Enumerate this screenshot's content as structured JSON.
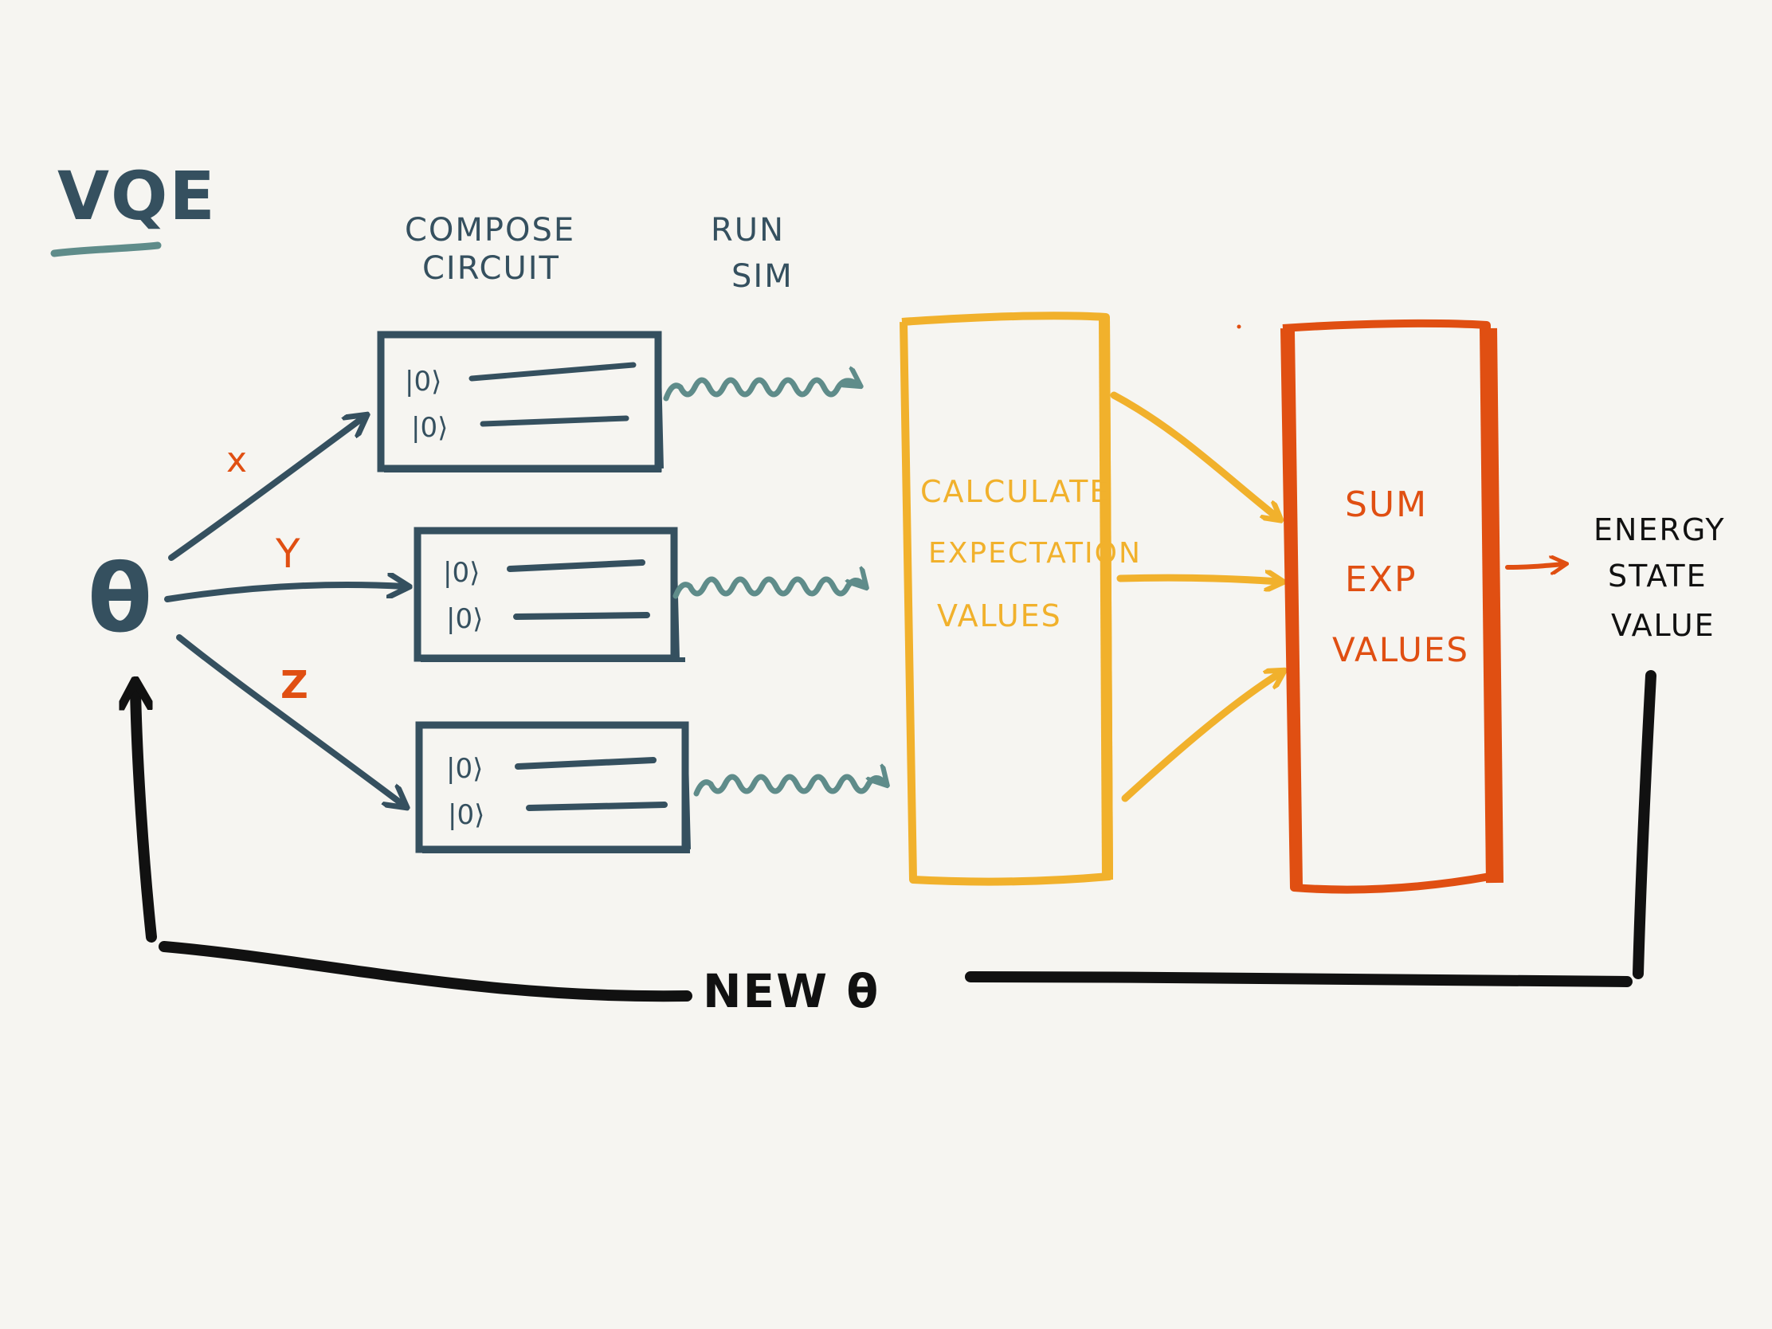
{
  "title": "VQE",
  "labels": {
    "compose": [
      "COMPOSE",
      "CIRCUIT"
    ],
    "run": [
      "RUN",
      "SIM"
    ],
    "theta": "θ",
    "new_theta": "NEW θ",
    "energy": [
      "ENERGY",
      "STATE",
      "VALUE"
    ]
  },
  "branches": [
    {
      "name": "x"
    },
    {
      "name": "Y"
    },
    {
      "name": "Z"
    }
  ],
  "qubit_label": "|0⟩",
  "calc_box": [
    "CALCULATE",
    "EXPECTATION",
    "VALUES"
  ],
  "sum_box": [
    "SUM",
    "EXP",
    "VALUES"
  ],
  "colors": {
    "slate": "#35505f",
    "teal": "#5f8c8a",
    "yellow": "#f1b12c",
    "orange": "#e04f12",
    "black": "#111111",
    "background": "#f6f5f1"
  }
}
